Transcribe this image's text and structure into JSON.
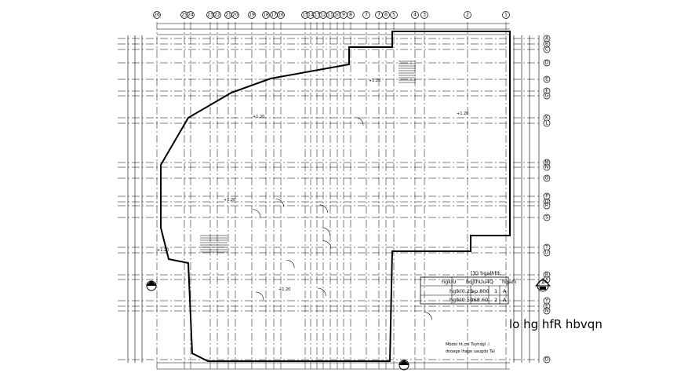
{
  "drawing": {
    "top_grid_labels": [
      "26",
      "25",
      "24",
      "23",
      "22",
      "21",
      "20",
      "19",
      "18",
      "17",
      "16",
      "15",
      "14",
      "13",
      "12",
      "11",
      "10",
      "9",
      "8",
      "7",
      "7",
      "6",
      "5",
      "4",
      "3",
      "2",
      "1"
    ],
    "right_grid_labels": [
      "A",
      "B",
      "C",
      "D",
      "E",
      "F",
      "G",
      "K",
      "L",
      "M",
      "N",
      "O",
      "P",
      "Q",
      "R",
      "S",
      "T",
      "U",
      "R",
      "X",
      "Y",
      "E",
      "N",
      "D"
    ],
    "level_marks": [
      "+1.20",
      "+1.20",
      "+1.20",
      "+1.20",
      "+1.20",
      "+1.20"
    ],
    "section_marker": "A",
    "schedule": {
      "heading": "[]G hgalhfd:",
      "columns": [
        "hgklU",
        "hqjthUu4Q",
        "hgalh"
      ],
      "rows": [
        [
          "hglkl0.25",
          "ap.800",
          "1",
          "A"
        ],
        [
          "hglkl0.50",
          "r68.60",
          "2",
          "A"
        ]
      ]
    },
    "caption": "lo  hg hfR  hbvqn",
    "bottom_note_1": "Mbdol  ht.zol  Toyhdgl .l",
    "bottom_note_2": "dooage lhage uaugdo Tal",
    "colors": {
      "line": "#000000",
      "background": "#ffffff"
    }
  }
}
